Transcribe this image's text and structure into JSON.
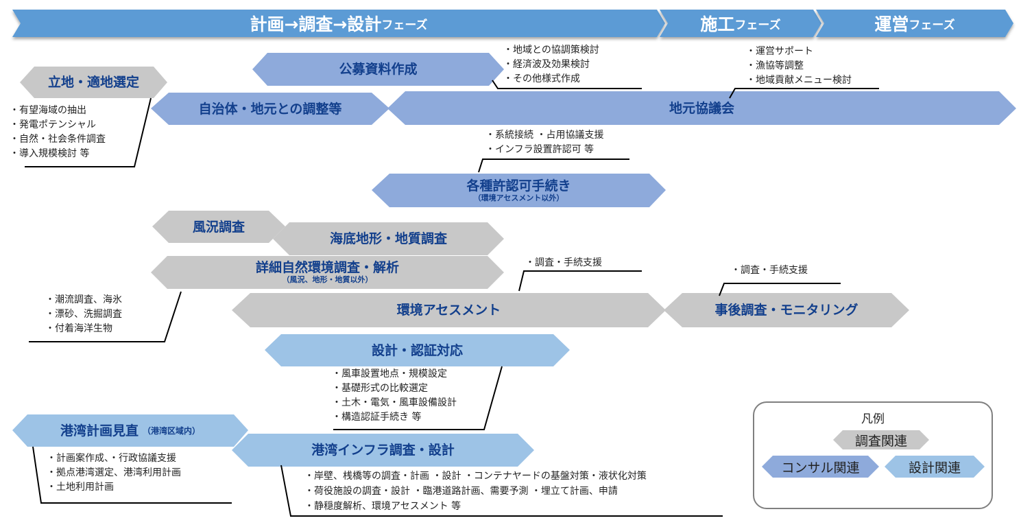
{
  "phases": [
    {
      "main": "計画→調査→設計",
      "suffix": "フェーズ"
    },
    {
      "main": "施工",
      "suffix": "フェーズ"
    },
    {
      "main": "運営",
      "suffix": "フェーズ"
    }
  ],
  "colors": {
    "phase_bar": "#5b9bd5",
    "survey": "#c8c8c8",
    "consult": "#8eaadb",
    "design": "#9dc3e6",
    "label_text": "#123f8c",
    "note_text": "#222222"
  },
  "blocks": {
    "site_selection": {
      "label": "立地・適地選定",
      "category": "survey"
    },
    "public_docs": {
      "label": "公募資料作成",
      "category": "consult"
    },
    "local_coordination": {
      "label": "自治体・地元との調整等",
      "category": "consult"
    },
    "local_council": {
      "label": "地元協議会",
      "category": "consult"
    },
    "permits": {
      "label": "各種許認可手続き",
      "sub": "（環境アセスメント以外）",
      "category": "consult"
    },
    "wind_survey": {
      "label": "風況調査",
      "category": "survey"
    },
    "seabed_survey": {
      "label": "海底地形・地質調査",
      "category": "survey"
    },
    "nature_survey": {
      "label": "詳細自然環境調査・解析",
      "sub": "（風況、地形・地質以外）",
      "category": "survey"
    },
    "env_assessment": {
      "label": "環境アセスメント",
      "category": "survey"
    },
    "post_monitoring": {
      "label": "事後調査・モニタリング",
      "category": "survey"
    },
    "design_cert": {
      "label": "設計・認証対応",
      "category": "design"
    },
    "port_plan": {
      "label": "港湾計画見直",
      "sub": "（港湾区域内）",
      "category": "design"
    },
    "port_infra": {
      "label": "港湾インフラ調査・設計",
      "category": "design"
    }
  },
  "notes": {
    "public_docs": [
      "・地域との協調策検討",
      "・経済波及効果検討",
      "・その他様式作成"
    ],
    "local_council": [
      "・運営サポート",
      "・漁協等調整",
      "・地域貢献メニュー検討"
    ],
    "site_selection": [
      "・有望海域の抽出",
      "・発電ポテンシャル",
      "・自然・社会条件調査",
      "・導入規模検討  等"
    ],
    "permits": [
      "・系統接続  ・占用協議支援",
      "・インフラ設置許認可  等"
    ],
    "env_assessment": [
      "・調査・手続支援"
    ],
    "post_monitoring": [
      "・調査・手続支援"
    ],
    "nature_survey": [
      "・潮流調査、海氷",
      "・漂砂、洗掘調査",
      "・付着海洋生物"
    ],
    "design_cert": [
      "・風車設置地点・規模設定",
      "・基礎形式の比較選定",
      "・土木・電気・風車設備設計",
      "・構造認証手続き  等"
    ],
    "port_plan": [
      "・計画案作成、・行政協議支援",
      "・拠点港湾選定、港湾利用計画",
      "・土地利用計画"
    ],
    "port_infra": [
      "・岸壁、桟橋等の調査・計画  ・設計  ・コンテナヤードの基盤対策・液状化対策",
      "・荷役施設の調査・設計  ・臨港道路計画、需要予測    ・埋立て計画、申請",
      "・静穏度解析、環境アセスメント  等"
    ]
  },
  "legend": {
    "title": "凡例",
    "items": [
      {
        "label": "調査関連",
        "category": "survey"
      },
      {
        "label": "コンサル関連",
        "category": "consult"
      },
      {
        "label": "設計関連",
        "category": "design"
      }
    ]
  }
}
